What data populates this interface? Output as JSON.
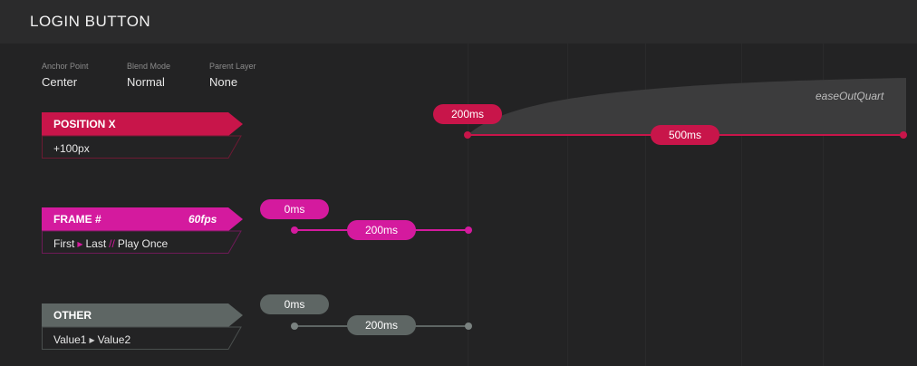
{
  "title": "LOGIN BUTTON",
  "properties": [
    {
      "label": "Anchor Point",
      "value": "Center"
    },
    {
      "label": "Blend Mode",
      "value": "Normal"
    },
    {
      "label": "Parent Layer",
      "value": "None"
    }
  ],
  "tracks": {
    "position_x": {
      "name": "POSITION X",
      "value": "+100px",
      "delay": "200ms",
      "duration": "500ms",
      "easing": "easeOutQuart",
      "color": "#c8154a"
    },
    "frame": {
      "name": "FRAME #",
      "fps": "60fps",
      "first": "First",
      "last": "Last",
      "sep": "//",
      "mode": "Play Once",
      "delay": "0ms",
      "duration": "200ms",
      "color": "#d41a9e"
    },
    "other": {
      "name": "OTHER",
      "value1": "Value1",
      "value2": "Value2",
      "delay": "0ms",
      "duration": "200ms",
      "color": "#5e6664"
    }
  }
}
